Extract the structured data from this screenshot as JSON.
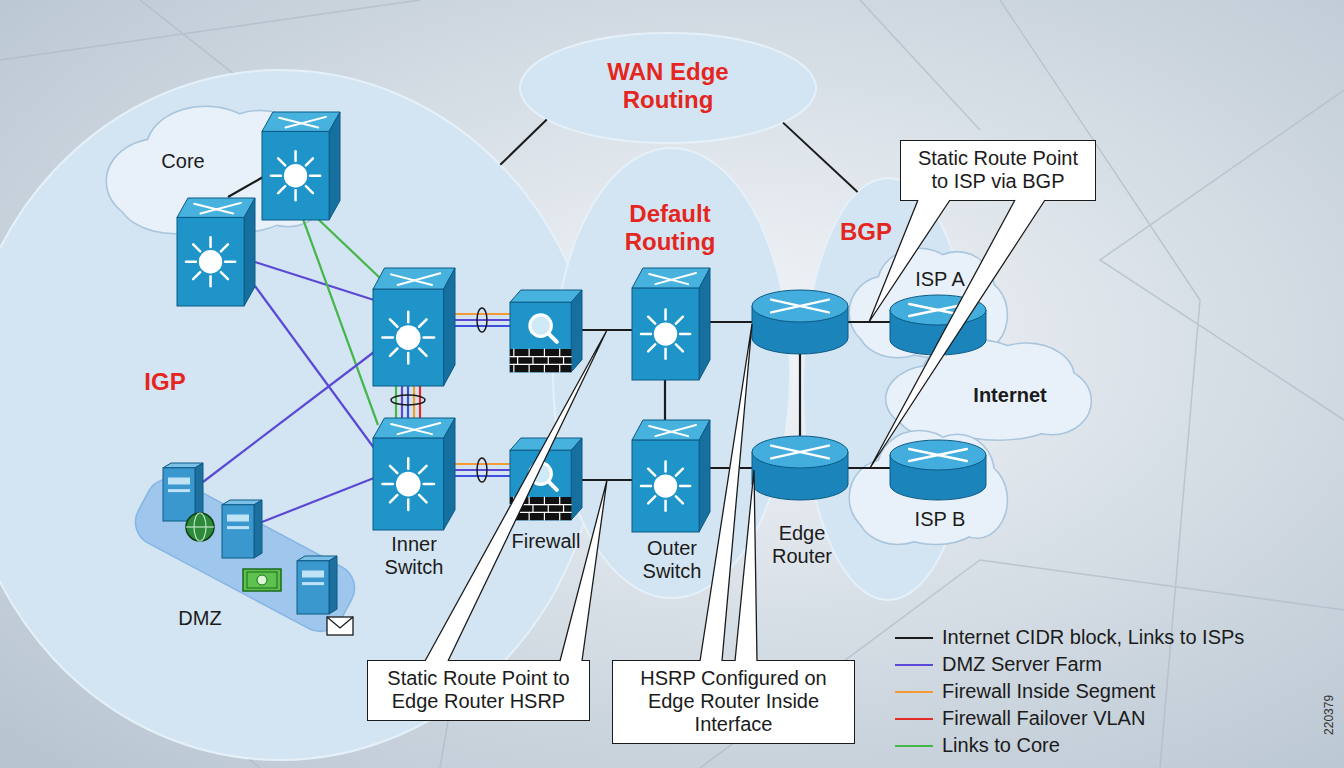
{
  "diagram": {
    "nodes": [
      {
        "text": [
          "IGP"
        ]
      },
      {
        "text": [
          "Core"
        ],
        "in": 0
      },
      {
        "text": [
          "DMZ"
        ],
        "in": 0
      },
      {
        "text": [
          "WAN Edge Routing"
        ]
      },
      {
        "text": [
          "Default Routing"
        ]
      },
      {
        "text": [
          "BGP"
        ]
      },
      {
        "text": [
          "ISP A"
        ]
      },
      {
        "text": [
          "Internet"
        ]
      },
      {
        "text": [
          "ISP B"
        ]
      },
      {
        "text": [
          "Static Route Point to ISP via BGP"
        ]
      },
      {
        "text": [
          "Static Route Point to Edge Router HSRP"
        ]
      },
      {
        "text": [
          "HSRP Configured on Edge Router Inside Interface"
        ]
      }
    ],
    "edges": [
      {
        "from": 3,
        "to": 0,
        "arrow": "none"
      },
      {
        "from": 3,
        "to": 5,
        "arrow": "none"
      }
    ],
    "labels": [
      "Inner Switch",
      "Firewall",
      "Outer Switch",
      "Edge Router",
      "220379"
    ],
    "legend": [
      {
        "text": "Internet CIDR block, Links to ISPs"
      },
      {
        "text": "DMZ Server Farm"
      },
      {
        "text": "Firewall Inside Segment"
      },
      {
        "text": "Firewall Failover VLAN"
      },
      {
        "text": "Links to Core"
      }
    ]
  }
}
